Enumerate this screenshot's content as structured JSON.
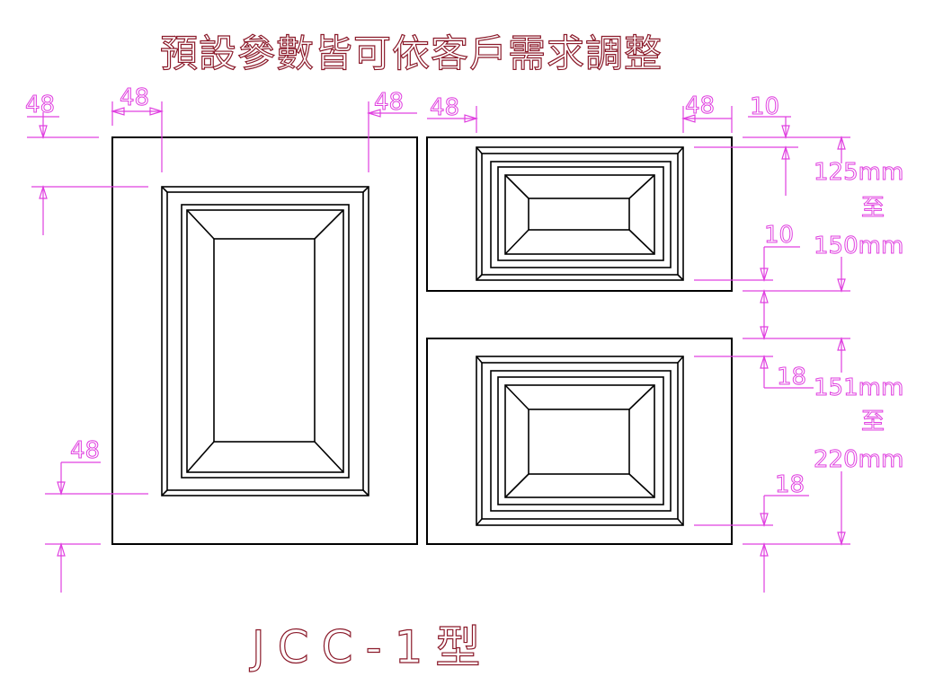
{
  "header": {
    "title": "預設參數皆可依客戶需求調整"
  },
  "footer": {
    "model": "JCC-1型"
  },
  "colors": {
    "dimension": "#e040e0",
    "title_outline": "#8b1a2a",
    "panel_line": "#000000"
  },
  "dimensions": {
    "left_top_margin": "48",
    "left_left_margin": "48",
    "left_right_margin": "48",
    "left_bottom_margin": "48",
    "top_drawer_left": "48",
    "top_drawer_right": "48",
    "top_drawer_top_gap": "10",
    "top_drawer_bottom_gap": "10",
    "bottom_drawer_top_gap": "18",
    "bottom_drawer_bottom_gap": "18"
  },
  "ranges": {
    "upper": {
      "min": "125mm",
      "to": "至",
      "max": "150mm"
    },
    "lower": {
      "min": "151mm",
      "to": "至",
      "max": "220mm"
    }
  }
}
